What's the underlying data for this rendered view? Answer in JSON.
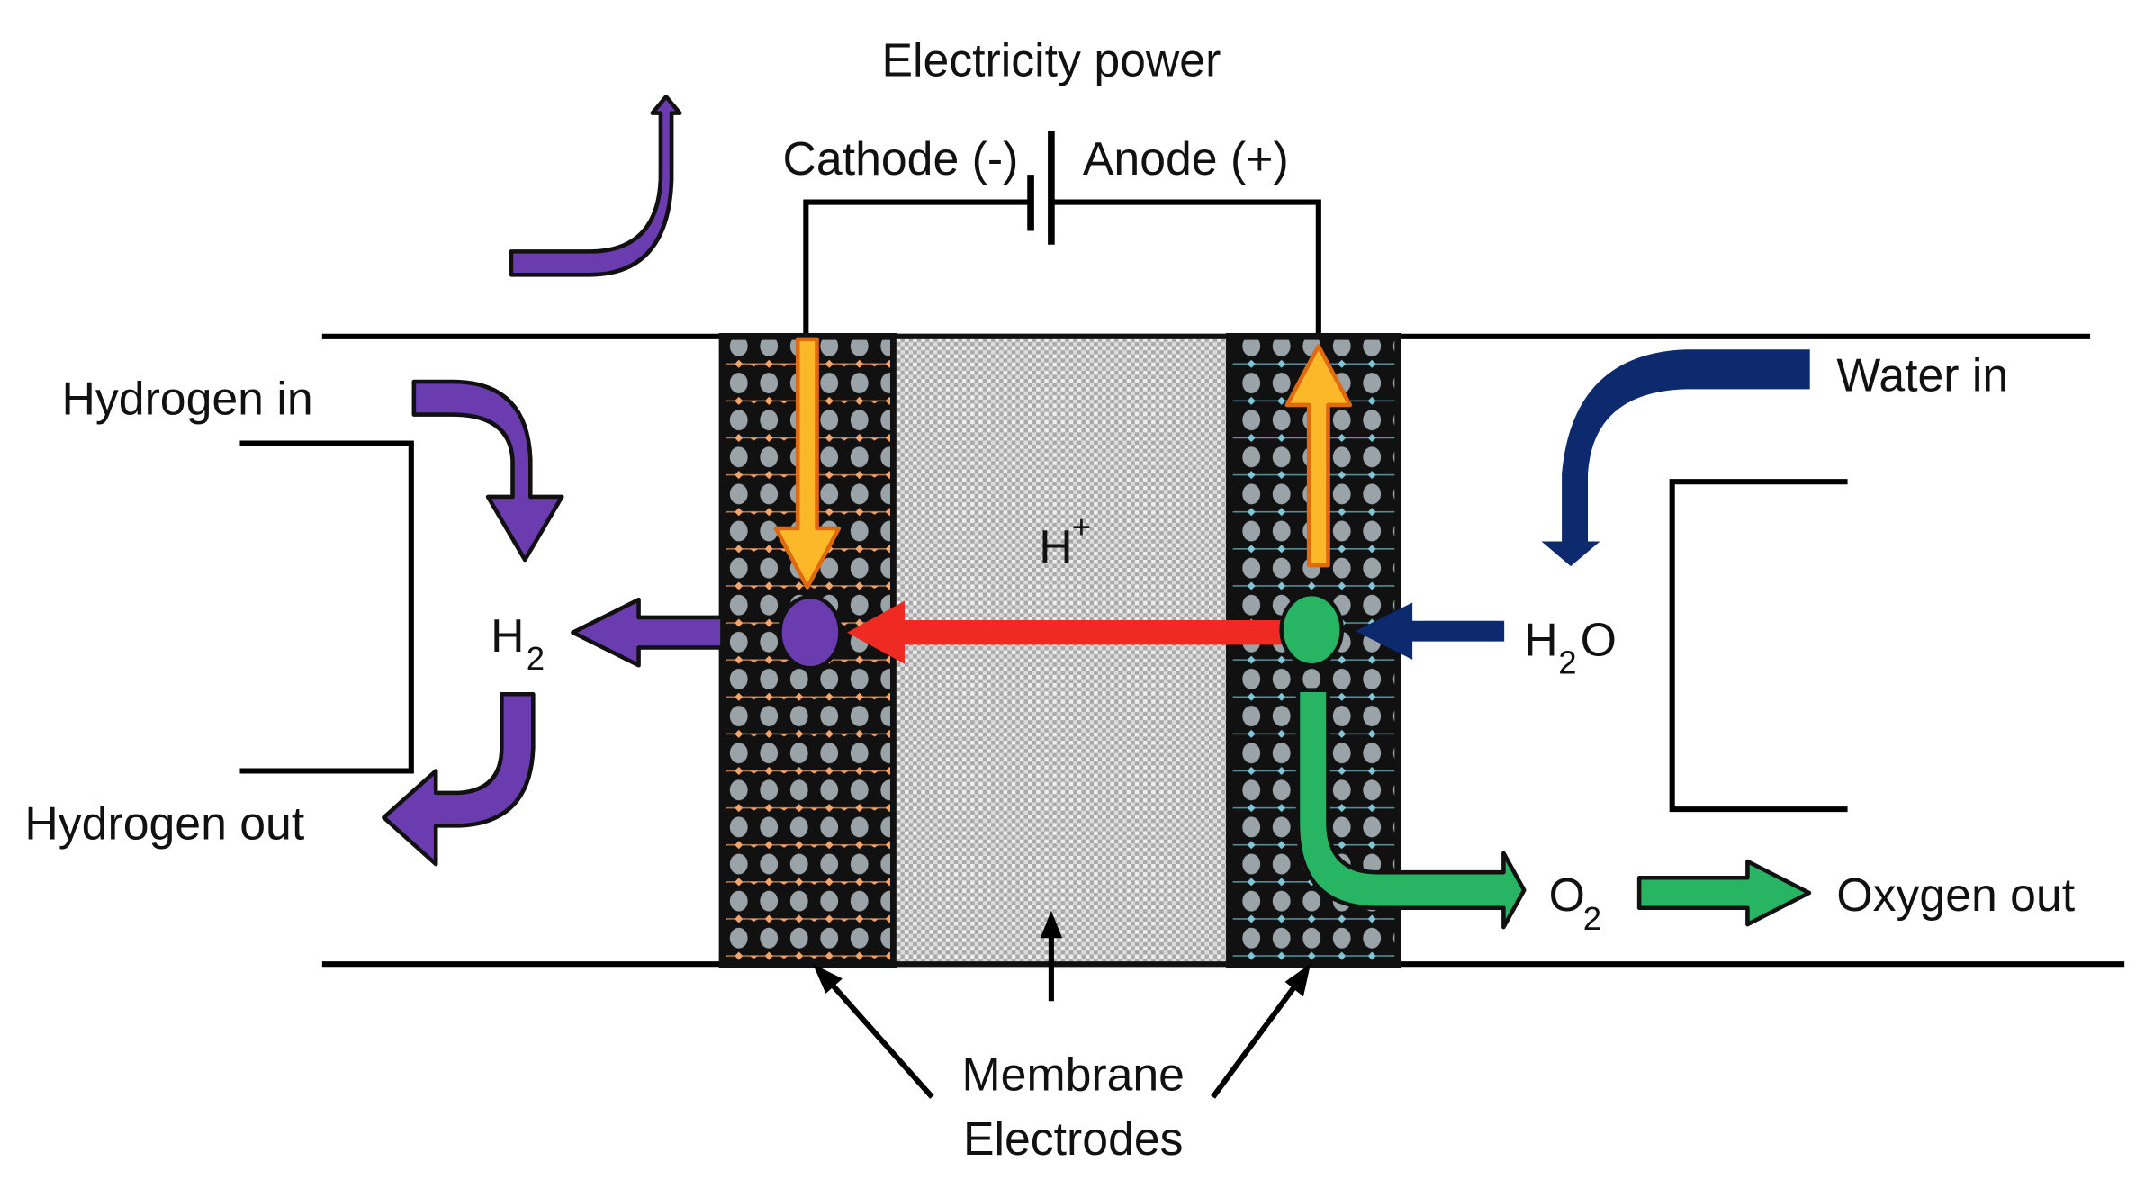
{
  "title": "Electricity power",
  "battery": {
    "cathode_label": "Cathode (-)",
    "anode_label": "Anode (+)"
  },
  "left": {
    "hydrogen_in": "Hydrogen in",
    "hydrogen_out": "Hydrogen out",
    "h2_main": "H",
    "h2_sub": "2"
  },
  "center": {
    "ion_main": "H",
    "ion_sup": "+"
  },
  "right": {
    "water_in": "Water in",
    "h2o_main_h": "H",
    "h2o_sub": "2",
    "h2o_main_o": "O",
    "o2_main": "O",
    "o2_sub": "2",
    "oxygen_out": "Oxygen out"
  },
  "bottom": {
    "membrane_label": "Membrane",
    "electrodes_label": "Electrodes"
  },
  "colors": {
    "cathode_fill": "#f7a46a",
    "anode_fill": "#7fc6d8",
    "membrane_fill": "#c8c8c8",
    "hydrogen_arrow": "#6a3cb0",
    "water_arrow": "#0d2a6e",
    "oxygen_arrow": "#27b463",
    "electron_arrow": "#fbb829",
    "proton_arrow": "#ee2a22"
  }
}
